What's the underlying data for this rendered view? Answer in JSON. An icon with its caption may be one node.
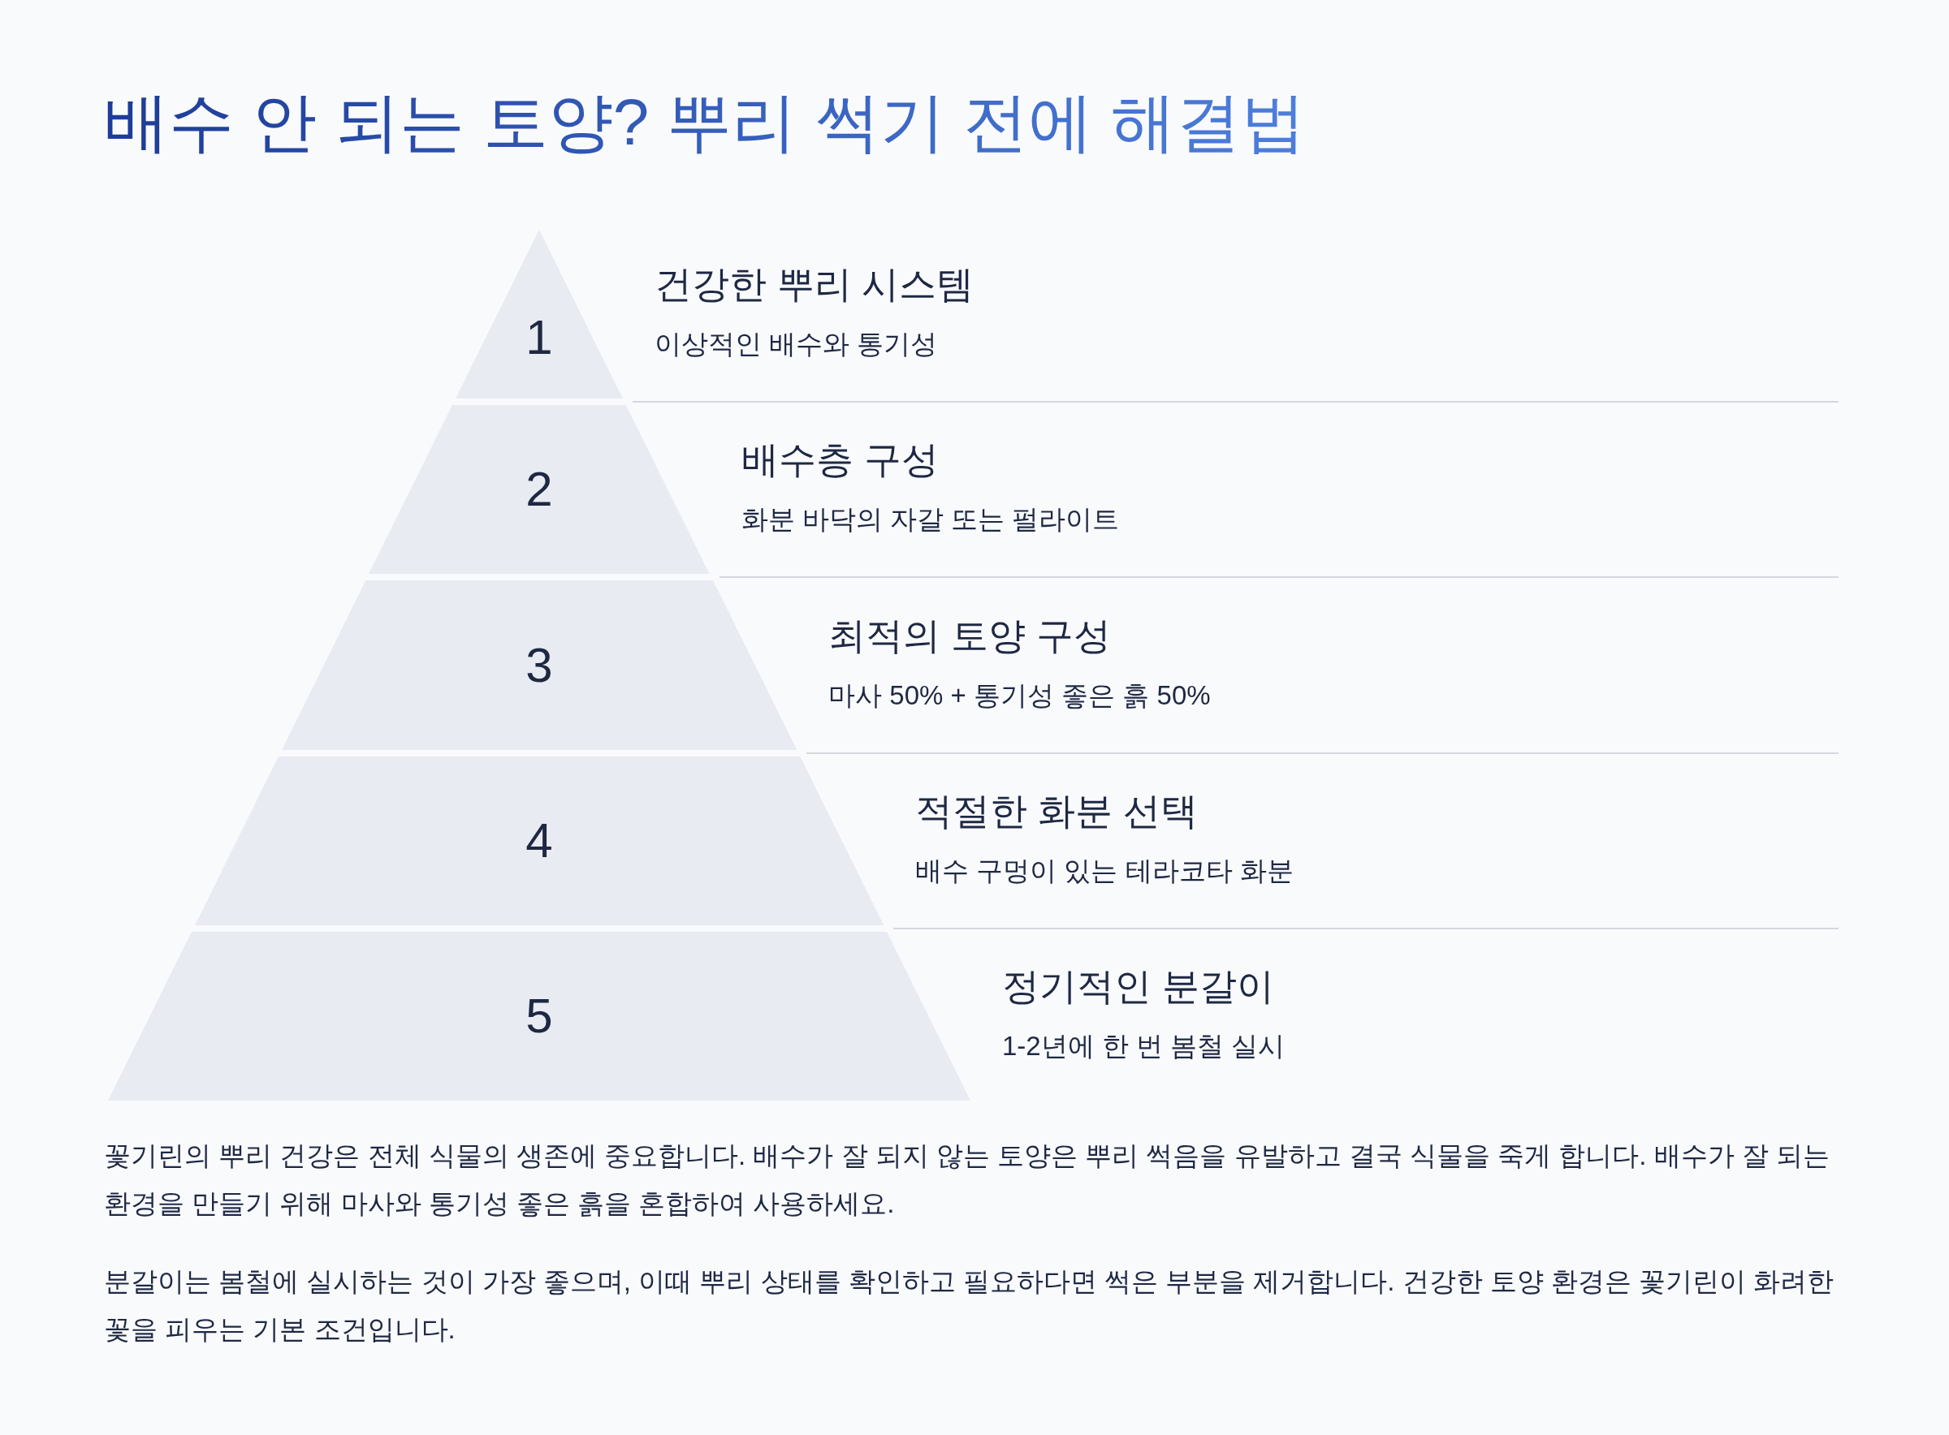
{
  "diagram": {
    "title": "배수 안 되는 토양? 뿌리 썩기 전에 해결법",
    "nodes": [
      {
        "text": [
          "1"
        ],
        "beside": [
          "건강한 뿌리 시스템",
          "이상적인 배수와 통기성"
        ]
      },
      {
        "text": [
          "2"
        ],
        "beside": [
          "배수층 구성",
          "화분 바닥의 자갈 또는 펄라이트"
        ]
      },
      {
        "text": [
          "3"
        ],
        "beside": [
          "최적의 토양 구성",
          "마사 50% + 통기성 좋은 흙 50%"
        ]
      },
      {
        "text": [
          "4"
        ],
        "beside": [
          "적절한 화분 선택",
          "배수 구멍이 있는 테라코타 화분"
        ]
      },
      {
        "text": [
          "5"
        ],
        "beside": [
          "정기적인 분갈이",
          "1-2년에 한 번 봄철 실시"
        ]
      }
    ],
    "labels": [
      "꽃기린의 뿌리 건강은 전체 식물의 생존에 중요합니다. 배수가 잘 되지 않는 토양은 뿌리 썩음을 유발하고 결국 식물을 죽게 합니다. 배수가 잘 되는 환경을 만들기 위해 마사와 통기성 좋은 흙을 혼합하여 사용하세요.",
      "분갈이는 봄철에 실시하는 것이 가장 좋으며, 이때 뿌리 상태를 확인하고 필요하다면 썩은 부분을 제거합니다. 건강한 토양 환경은 꽃기린이 화려한 꽃을 피우는 기본 조건입니다."
    ]
  }
}
